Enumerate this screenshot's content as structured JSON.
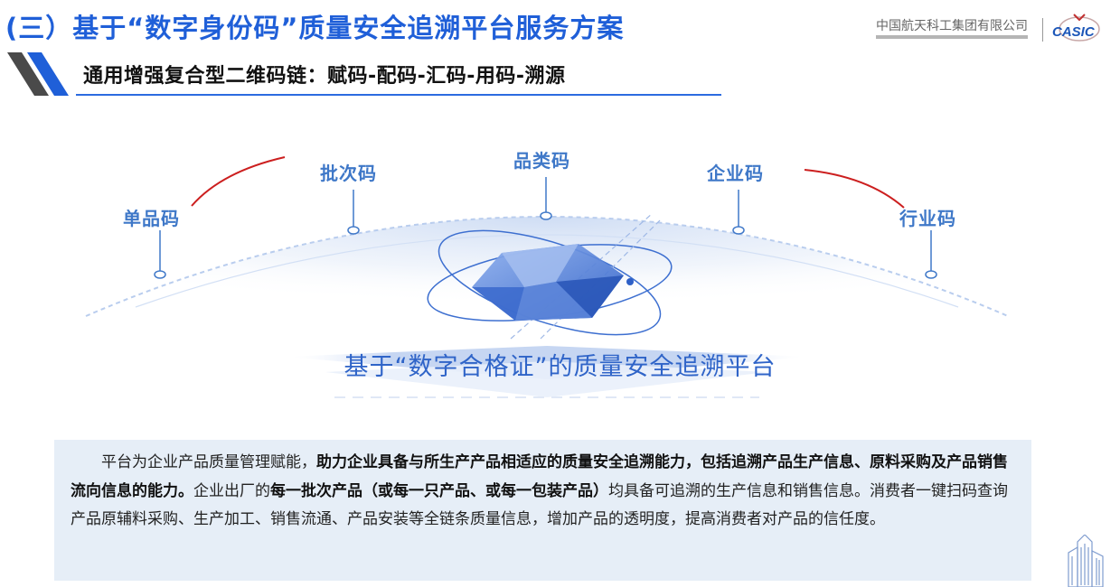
{
  "header": {
    "title": "(三）基于“数字身份码”质量安全追溯平台服务方案",
    "company": "中国航天科工集团有限公司",
    "logo_text": "CASIC"
  },
  "subtitle": "通用增强复合型二维码链：赋码-配码-汇码-用码-溯源",
  "diagram": {
    "center_title": "基于“数字合格证”的质量安全追溯平台",
    "labels": {
      "item1": "单品码",
      "item2": "批次码",
      "item3": "品类码",
      "item4": "企业码",
      "item5": "行业码"
    }
  },
  "description": {
    "s1": "平台为企业产品质量管理赋能，",
    "b1": "助力企业具备与所生产产品相适应的质量安全追溯能力，包括追溯产品生产信息、原料采购及产品销售流向信息的能力。",
    "s2": "企业出厂的",
    "b2": "每一批次产品（或每一只产品、或每一包装产品）",
    "s3": "均具备可追溯的生产信息和销售信息。消费者一键扫码查询产品原辅料采购、生产加工、销售流通、产品安装等全链条质量信息，增加产品的透明度，提高消费者对产品的信任度。"
  },
  "colors": {
    "title": "#1f5fd8",
    "label": "#3f78c8",
    "box_bg": "#e6eef7",
    "annotation": "#cc1f1f"
  }
}
